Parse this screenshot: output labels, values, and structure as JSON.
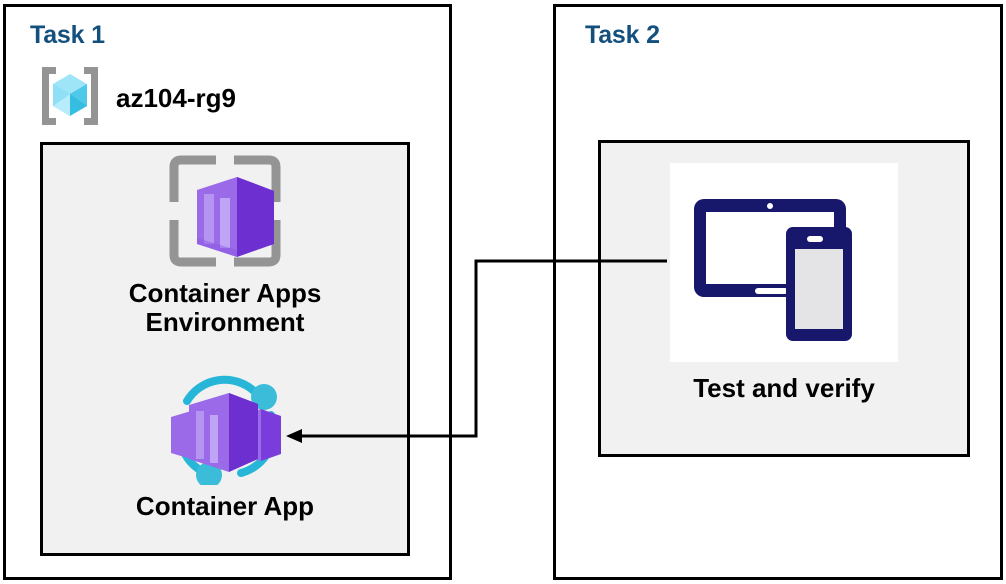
{
  "diagram": {
    "title_color": "#13507d",
    "panel_fill": "#f1f1f1",
    "border_color": "#000000",
    "connector_color": "#000000"
  },
  "task1": {
    "title": "Task 1",
    "resource_group": {
      "icon": "azure-resource-group-icon",
      "label": "az104-rg9"
    },
    "nodes": [
      {
        "icon": "container-apps-environment-icon",
        "label": "Container Apps\nEnvironment"
      },
      {
        "icon": "container-app-icon",
        "label": "Container App"
      }
    ]
  },
  "task2": {
    "title": "Task 2",
    "nodes": [
      {
        "icon": "devices-tablet-phone-icon",
        "label": "Test and verify"
      }
    ]
  },
  "connector": {
    "name": "test-and-verify-to-container-app-arrow",
    "from": "Test and verify",
    "to": "Container App",
    "arrow_direction": "left"
  },
  "colors": {
    "task_title": "#13507d",
    "panel_gray": "#f1f1f1",
    "rg_cube_light": "#7fdcf7",
    "rg_cube_mid": "#5ccfef",
    "rg_cube_dark": "#2bb8dd",
    "rg_bracket": "#949494",
    "container_purple_light": "#9a6ae8",
    "container_purple": "#8a4fe0",
    "container_purple_dark": "#6d2fd0",
    "cyan_arc": "#27b6d8",
    "device_navy": "#17176b",
    "grid_gray": "#949494"
  }
}
